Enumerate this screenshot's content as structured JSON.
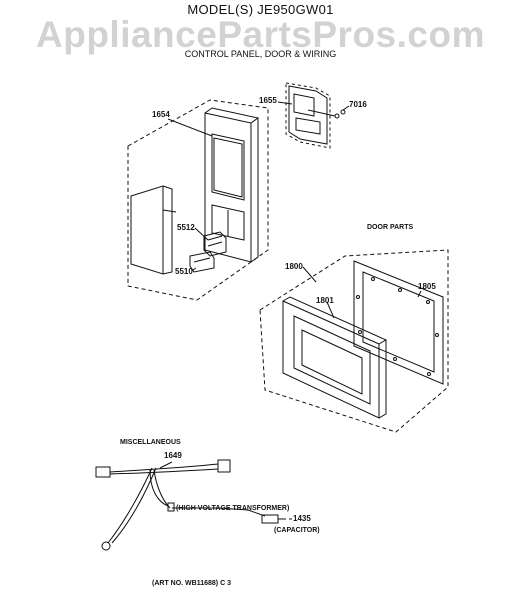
{
  "header": {
    "model_title": "MODEL(S) JE950GW01",
    "watermark": "AppliancePartsPros.com",
    "subtitle": "CONTROL PANEL, DOOR & WIRING"
  },
  "parts": {
    "p1654": "1654",
    "p1655": "1655",
    "p7016": "7016",
    "p5512": "5512",
    "p5510": "5510",
    "p1800": "1800",
    "p1801": "1801",
    "p1805": "1805",
    "p1649": "1649",
    "p1435": "1435"
  },
  "sections": {
    "door_parts": "DOOR PARTS",
    "miscellaneous": "MISCELLANEOUS",
    "hv_transformer": "(HIGH VOLTAGE TRANSFORMER)",
    "capacitor": "(CAPACITOR)"
  },
  "footer": {
    "art_no": "(ART NO. WB11688) C 3"
  }
}
